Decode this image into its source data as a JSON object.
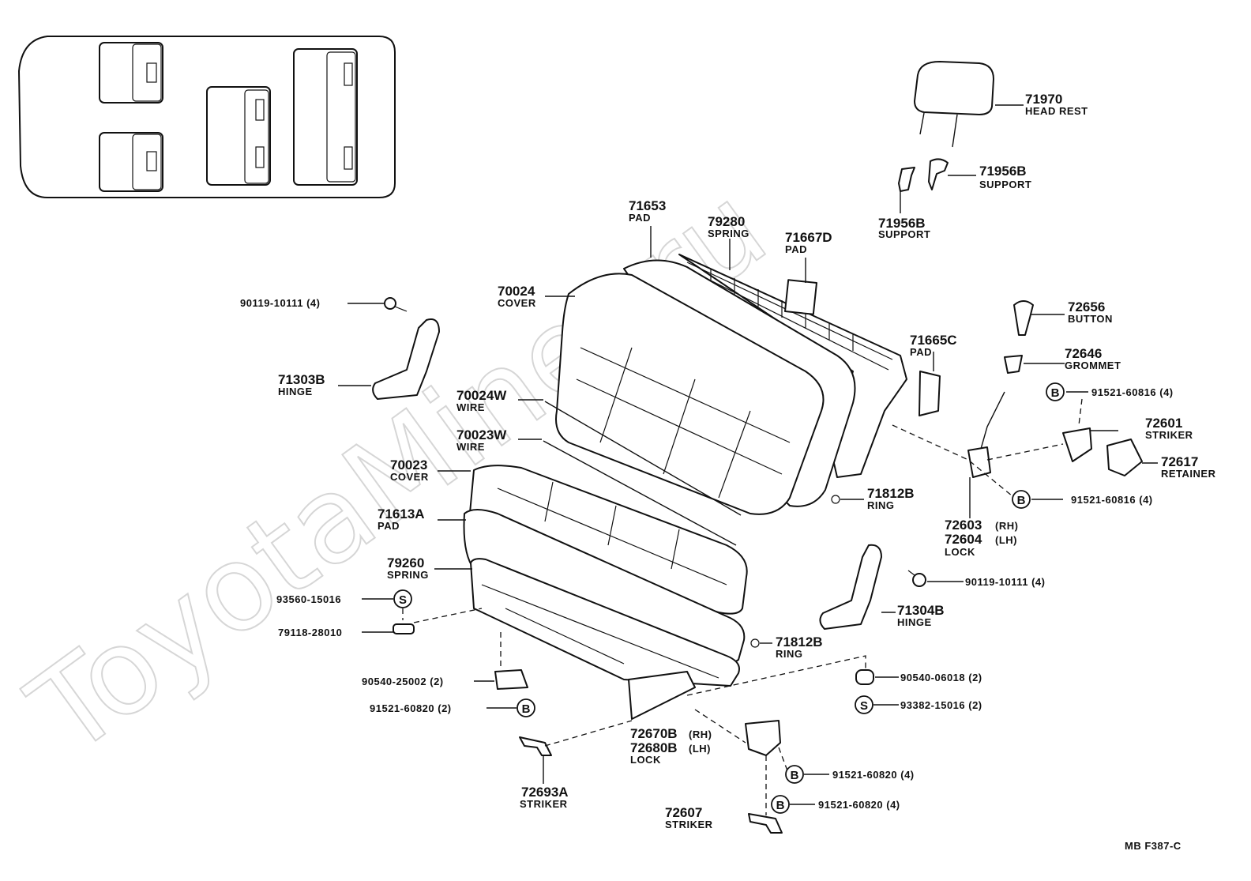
{
  "watermark": "ToyotaMiner.ru",
  "footer_code": "MB  F387-C",
  "badge_letters": {
    "bolt": "B",
    "screw": "S"
  },
  "labels": {
    "l71970": {
      "part": "71970",
      "name": "HEAD REST"
    },
    "l71956B_a": {
      "part": "71956B",
      "name": "SUPPORT"
    },
    "l71956B_b": {
      "part": "71956B",
      "name": "SUPPORT"
    },
    "l71653": {
      "part": "71653",
      "name": "PAD"
    },
    "l79280": {
      "part": "79280",
      "name": "SPRING"
    },
    "l71667D": {
      "part": "71667D",
      "name": "PAD"
    },
    "l70024": {
      "part": "70024",
      "name": "COVER"
    },
    "l90119_a": {
      "part": "90119-10111 (4)",
      "name": ""
    },
    "l71303B": {
      "part": "71303B",
      "name": "HINGE"
    },
    "l70024W": {
      "part": "70024W",
      "name": "WIRE"
    },
    "l70023W": {
      "part": "70023W",
      "name": "WIRE"
    },
    "l70023": {
      "part": "70023",
      "name": "COVER"
    },
    "l71613A": {
      "part": "71613A",
      "name": "PAD"
    },
    "l79260": {
      "part": "79260",
      "name": "SPRING"
    },
    "l93560": {
      "part": "93560-15016",
      "name": ""
    },
    "l79118": {
      "part": "79118-28010",
      "name": ""
    },
    "l90540_25": {
      "part": "90540-25002 (2)",
      "name": ""
    },
    "l91521_820_2": {
      "part": "91521-60820 (2)",
      "name": ""
    },
    "l72693A": {
      "part": "72693A",
      "name": "STRIKER"
    },
    "l72670B": {
      "part": "72670B",
      "suffix": "(RH)"
    },
    "l72680B": {
      "part": "72680B",
      "suffix": "(LH)",
      "name": "LOCK"
    },
    "l72607": {
      "part": "72607",
      "name": "STRIKER"
    },
    "l91521_820_4a": {
      "part": "91521-60820 (4)",
      "name": ""
    },
    "l91521_820_4b": {
      "part": "91521-60820 (4)",
      "name": ""
    },
    "l90540_06": {
      "part": "90540-06018 (2)",
      "name": ""
    },
    "l93382": {
      "part": "93382-15016 (2)",
      "name": ""
    },
    "l71812B_a": {
      "part": "71812B",
      "name": "RING"
    },
    "l71812B_b": {
      "part": "71812B",
      "name": "RING"
    },
    "l71304B": {
      "part": "71304B",
      "name": "HINGE"
    },
    "l90119_b": {
      "part": "90119-10111 (4)",
      "name": ""
    },
    "l72603": {
      "part": "72603",
      "suffix": "(RH)"
    },
    "l72604": {
      "part": "72604",
      "suffix": "(LH)",
      "name": "LOCK"
    },
    "l91521_816_a": {
      "part": "91521-60816 (4)",
      "name": ""
    },
    "l91521_816_b": {
      "part": "91521-60816 (4)",
      "name": ""
    },
    "l72601": {
      "part": "72601",
      "name": "STRIKER"
    },
    "l72617": {
      "part": "72617",
      "name": "RETAINER"
    },
    "l72656": {
      "part": "72656",
      "name": "BUTTON"
    },
    "l72646": {
      "part": "72646",
      "name": "GROMMET"
    },
    "l71665C": {
      "part": "71665C",
      "name": "PAD"
    }
  }
}
